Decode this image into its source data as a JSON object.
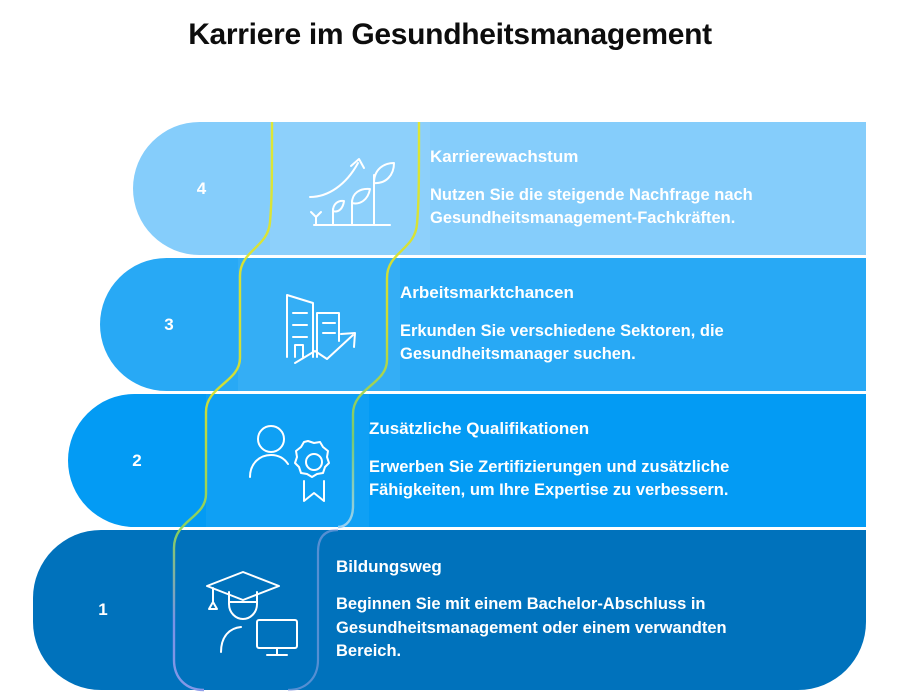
{
  "title": "Karriere im Gesundheitsmanagement",
  "colors": {
    "background": "#ffffff",
    "title_text": "#0d0d0d",
    "step1": "#0072bc",
    "step2": "#039bf4",
    "step3": "#28a9f5",
    "step4": "#85cdfb",
    "divider_line": "#d6de29",
    "divider_line_low": "#7f94e8",
    "text": "#ffffff"
  },
  "steps": [
    {
      "number": "4",
      "heading": "Karrierewachstum",
      "body": "Nutzen Sie die steigende Nachfrage nach Gesundheitsmanagement-Fachkräften.",
      "icon": "plant-growth-icon",
      "color": "#85cdfb"
    },
    {
      "number": "3",
      "heading": "Arbeitsmarktchancen",
      "body": "Erkunden Sie verschiedene Sektoren, die Gesundheitsmanager suchen.",
      "icon": "building-growth-chart-icon",
      "color": "#28a9f5"
    },
    {
      "number": "2",
      "heading": "Zusätzliche Qualifikationen",
      "body": "Erwerben Sie Zertifizierungen und zusätzliche Fähigkeiten, um Ihre Expertise zu verbessern.",
      "icon": "person-award-badge-icon",
      "color": "#039bf4"
    },
    {
      "number": "1",
      "heading": "Bildungsweg",
      "body": "Beginnen Sie mit einem Bachelor-Abschluss in Gesundheitsmanagement oder einem verwandten Bereich.",
      "icon": "graduation-cap-monitor-icon",
      "color": "#0072bc"
    }
  ]
}
